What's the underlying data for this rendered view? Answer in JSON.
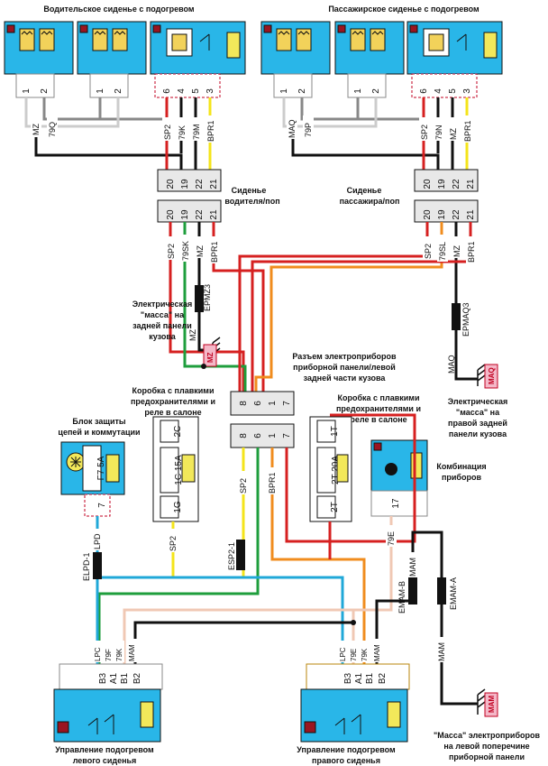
{
  "titles": {
    "driver_seat": "Водительское сиденье с подогревом",
    "passenger_seat": "Пассажирское сиденье с подогревом"
  },
  "components": {
    "seat_conn_driver": [
      "Сиденье",
      "водителя/поп"
    ],
    "seat_conn_pass": [
      "Сиденье",
      "пассажира/поп"
    ],
    "ground_rear_left": [
      "Электрическая",
      "\"масса\" на",
      "задней панели",
      "кузова"
    ],
    "dash_connector": [
      "Разъем электроприборов",
      "приборной панели/левой",
      "задней части кузова"
    ],
    "fuse_box_left": [
      "Коробка с плавкими",
      "предохранителями и",
      "реле в салоне"
    ],
    "fuse_box_right": [
      "Коробка с плавкими",
      "предохранителями и",
      "реле в салоне"
    ],
    "protection_block": [
      "Блок защиты",
      "цепей и коммутации"
    ],
    "instrument_cluster": [
      "Комбинация",
      "приборов"
    ],
    "ground_rear_right": [
      "Электрическая",
      "\"масса\" на",
      "правой задней",
      "панели кузова"
    ],
    "ctrl_left": [
      "Управление подогревом",
      "левого сиденья"
    ],
    "ctrl_right": [
      "Управление подогревом",
      "правого сиденья"
    ],
    "ground_cross_left": [
      "\"Масса\" электроприборов",
      "на левой поперечине",
      "приборной панели"
    ]
  },
  "ground_tags": {
    "mz": "MZ",
    "maq": "MAQ",
    "mam": "MAM"
  },
  "fuses": {
    "f7": "F7 5A",
    "f7_pin": "7",
    "f1c": "1C 15A",
    "f1c_top": "2C",
    "f1c_bot": "1G",
    "f2t": "2T 20A",
    "f2t_top": "1T",
    "f2t_bot": "2T",
    "cluster_pin": "17"
  },
  "pins": {
    "seat_heater_1": "1",
    "seat_heater_2": "2",
    "driver_relay": [
      "6",
      "4",
      "5",
      "3"
    ],
    "pass_relay": [
      "6",
      "4",
      "5",
      "3"
    ],
    "seat_conn_top": [
      "20",
      "19",
      "22",
      "21"
    ],
    "seat_conn_bot": [
      "20",
      "19",
      "22",
      "21"
    ],
    "dash_top": [
      "8",
      "6",
      "1",
      "7"
    ],
    "dash_bot": [
      "8",
      "6",
      "1",
      "7"
    ],
    "ctrl": [
      "B3",
      "A1",
      "B1",
      "B2"
    ]
  },
  "wire_labels": {
    "mz": "MZ",
    "w79q": "79Q",
    "sp2": "SP2",
    "w79k": "79K",
    "w79m": "79M",
    "bpr1": "BPR1",
    "maq": "MAQ",
    "w79p": "79P",
    "w79n": "79N",
    "w79sk": "79SK",
    "w79sl": "79SL",
    "epmz3": "EPMZ3",
    "epmaq3": "EPMAQ3",
    "lpd": "LPD",
    "elpd1": "ELPD-1",
    "esp21": "ESP2-1",
    "lpc": "LPC",
    "w79f": "79F",
    "mam": "MAM",
    "w79e": "79E",
    "emamb": "EMAM-B",
    "emama": "EMAM-A"
  }
}
